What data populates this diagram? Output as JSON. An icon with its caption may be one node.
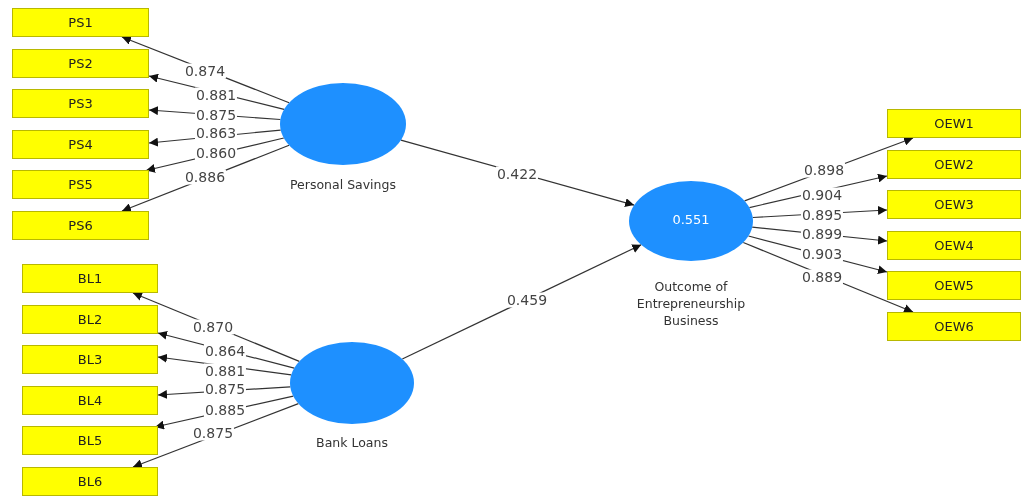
{
  "diagram": {
    "nodes": [
      {
        "text": [
          "PS1"
        ]
      },
      {
        "text": [
          "PS2"
        ]
      },
      {
        "text": [
          "PS3"
        ]
      },
      {
        "text": [
          "PS4"
        ]
      },
      {
        "text": [
          "PS5"
        ]
      },
      {
        "text": [
          "PS6"
        ]
      },
      {
        "text": [
          "Personal Savings"
        ]
      },
      {
        "text": [
          "BL1"
        ]
      },
      {
        "text": [
          "BL2"
        ]
      },
      {
        "text": [
          "BL3"
        ]
      },
      {
        "text": [
          "BL4"
        ]
      },
      {
        "text": [
          "BL5"
        ]
      },
      {
        "text": [
          "BL6"
        ]
      },
      {
        "text": [
          "Bank Loans"
        ]
      },
      {
        "text": [
          "0.551",
          "Outcome of Entrepreneurship Business"
        ]
      },
      {
        "text": [
          "OEW1"
        ]
      },
      {
        "text": [
          "OEW2"
        ]
      },
      {
        "text": [
          "OEW3"
        ]
      },
      {
        "text": [
          "OEW4"
        ]
      },
      {
        "text": [
          "OEW5"
        ]
      },
      {
        "text": [
          "OEW6"
        ]
      }
    ],
    "edges": [
      {
        "from": 6,
        "to": 0,
        "arrow": "to",
        "label": "0.874"
      },
      {
        "from": 6,
        "to": 1,
        "arrow": "to",
        "label": "0.881"
      },
      {
        "from": 6,
        "to": 2,
        "arrow": "to",
        "label": "0.875"
      },
      {
        "from": 6,
        "to": 3,
        "arrow": "to",
        "label": "0.863"
      },
      {
        "from": 6,
        "to": 4,
        "arrow": "to",
        "label": "0.860"
      },
      {
        "from": 6,
        "to": 5,
        "arrow": "to",
        "label": "0.886"
      },
      {
        "from": 13,
        "to": 7,
        "arrow": "to",
        "label": "0.870"
      },
      {
        "from": 13,
        "to": 8,
        "arrow": "to",
        "label": "0.864"
      },
      {
        "from": 13,
        "to": 9,
        "arrow": "to",
        "label": "0.881"
      },
      {
        "from": 13,
        "to": 10,
        "arrow": "to",
        "label": "0.875"
      },
      {
        "from": 13,
        "to": 11,
        "arrow": "to",
        "label": "0.885"
      },
      {
        "from": 13,
        "to": 12,
        "arrow": "to",
        "label": "0.875"
      },
      {
        "from": 6,
        "to": 14,
        "arrow": "to",
        "label": "0.422"
      },
      {
        "from": 13,
        "to": 14,
        "arrow": "to",
        "label": "0.459"
      },
      {
        "from": 14,
        "to": 15,
        "arrow": "to",
        "label": "0.898"
      },
      {
        "from": 14,
        "to": 16,
        "arrow": "to",
        "label": "0.904"
      },
      {
        "from": 14,
        "to": 17,
        "arrow": "to",
        "label": "0.895"
      },
      {
        "from": 14,
        "to": 18,
        "arrow": "to",
        "label": "0.899"
      },
      {
        "from": 14,
        "to": 19,
        "arrow": "to",
        "label": "0.903"
      },
      {
        "from": 14,
        "to": 20,
        "arrow": "to",
        "label": "0.889"
      }
    ]
  }
}
